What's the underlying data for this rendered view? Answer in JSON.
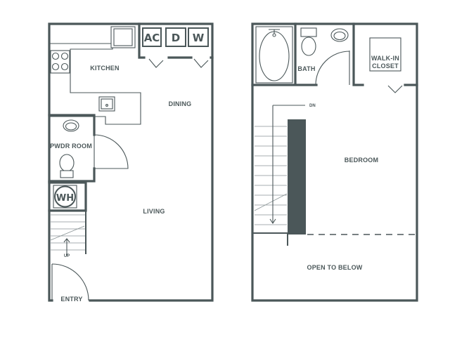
{
  "lower_level": {
    "rooms": {
      "kitchen": "KITCHEN",
      "dining": "DINING",
      "pwdr_room": "PWDR ROOM",
      "living": "LIVING",
      "entry": "ENTRY"
    },
    "appliances": {
      "ac": "AC",
      "dryer": "D",
      "washer": "W",
      "water_heater": "WH"
    },
    "stair_label": "UP"
  },
  "upper_level": {
    "rooms": {
      "bath": "BATH",
      "walk_in_closet_line1": "WALK-IN",
      "walk_in_closet_line2": "CLOSET",
      "bedroom": "BEDROOM",
      "open_to_below": "OPEN TO BELOW"
    },
    "stair_label": "DN"
  }
}
